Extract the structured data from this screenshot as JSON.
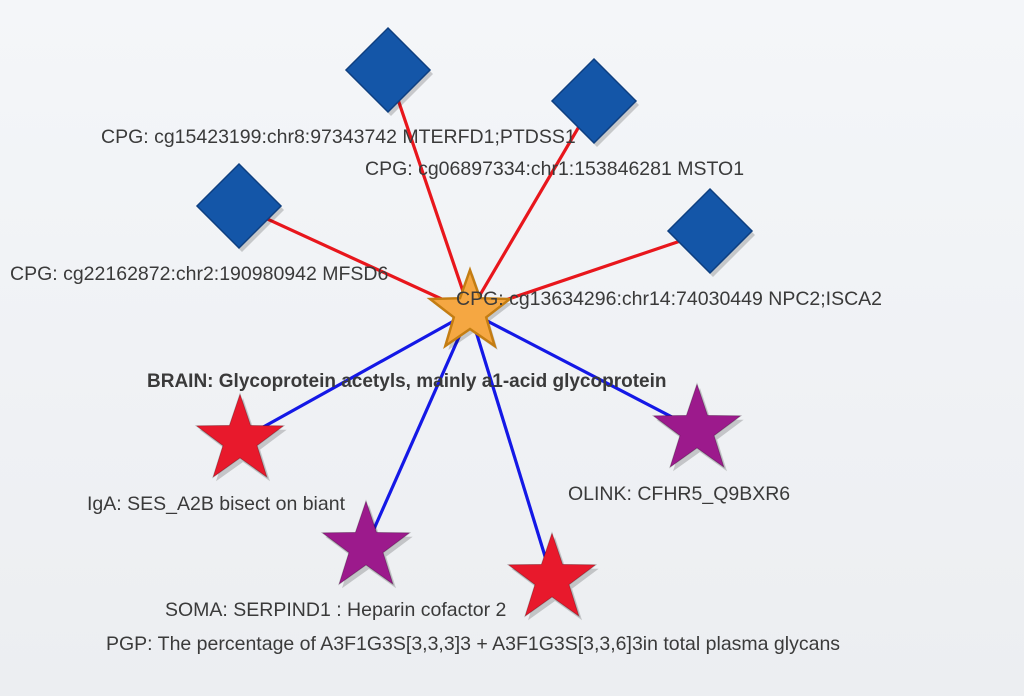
{
  "center": {
    "label": "BRAIN: Glycoprotein acetyls, mainly a1-acid glycoprotein",
    "color": "#f5a742",
    "stroke": "#c47d12"
  },
  "edge_colors": {
    "cpg": "#e8161c",
    "other": "#1418e6"
  },
  "nodes": [
    {
      "id": "cpg1",
      "shape": "diamond",
      "color": "#1456a8",
      "edge": "cpg",
      "label": "CPG: cg15423199:chr8:97343742 MTERFD1;PTDSS1"
    },
    {
      "id": "cpg2",
      "shape": "diamond",
      "color": "#1456a8",
      "edge": "cpg",
      "label": "CPG: cg06897334:chr1:153846281 MSTO1"
    },
    {
      "id": "cpg3",
      "shape": "diamond",
      "color": "#1456a8",
      "edge": "cpg",
      "label": "CPG: cg22162872:chr2:190980942 MFSD6"
    },
    {
      "id": "cpg4",
      "shape": "diamond",
      "color": "#1456a8",
      "edge": "cpg",
      "label": "CPG: cg13634296:chr14:74030449 NPC2;ISCA2"
    },
    {
      "id": "iga",
      "shape": "star",
      "color": "#e8192c",
      "edge": "other",
      "label": "IgA: SES_A2B bisect on biant"
    },
    {
      "id": "olink",
      "shape": "star",
      "color": "#9c1a8c",
      "edge": "other",
      "label": "OLINK: CFHR5_Q9BXR6"
    },
    {
      "id": "soma",
      "shape": "star",
      "color": "#9c1a8c",
      "edge": "other",
      "label": "SOMA: SERPIND1 : Heparin cofactor 2"
    },
    {
      "id": "pgp",
      "shape": "star",
      "color": "#e8192c",
      "edge": "other",
      "label": "PGP: The percentage of A3F1G3S[3,3,3]3 + A3F1G3S[3,3,6]3in total plasma glycans"
    }
  ]
}
